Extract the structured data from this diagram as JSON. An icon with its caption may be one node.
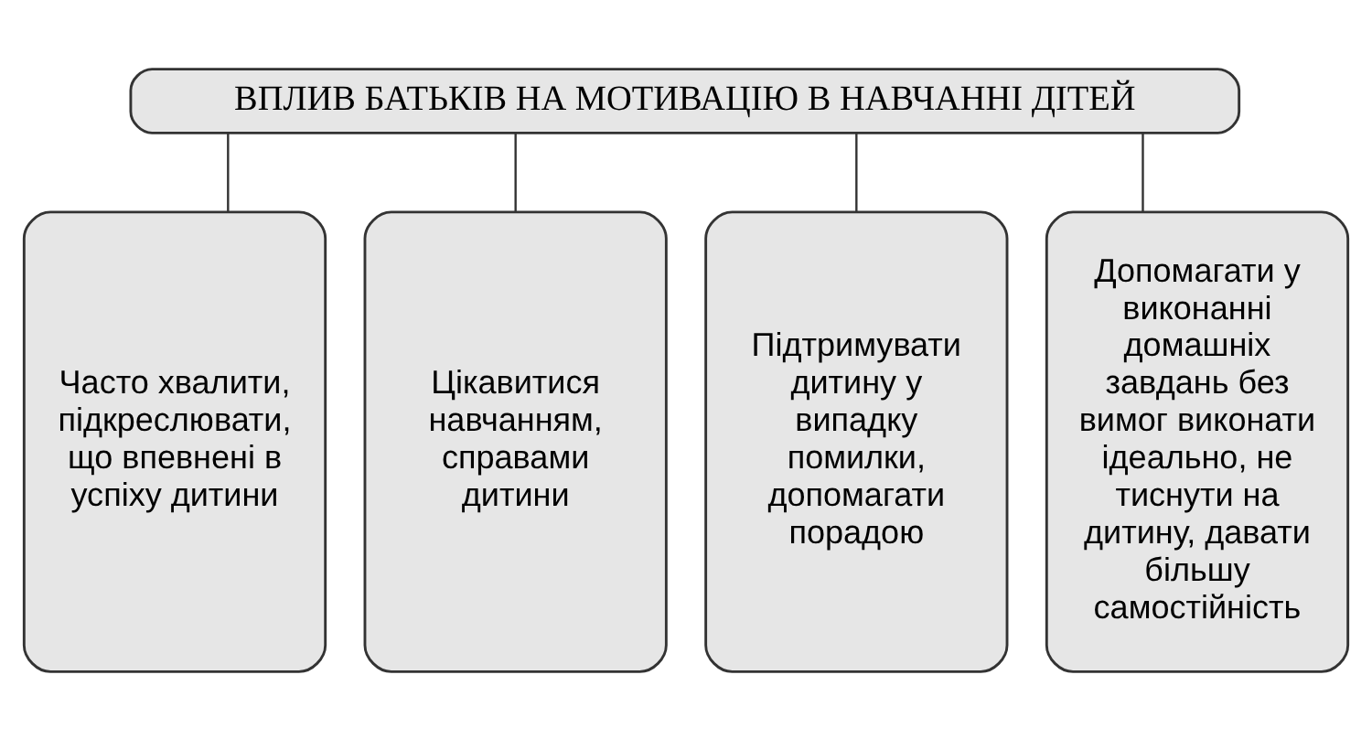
{
  "diagram": {
    "nodes": [
      {
        "text": [
          "ВПЛИВ БАТЬКІВ НА МОТИВАЦІЮ В НАВЧАННІ ДІТЕЙ"
        ]
      },
      {
        "text": [
          "Часто хвалити, підкреслювати, що впевнені в успіху дитини"
        ]
      },
      {
        "text": [
          "Цікавитися навчанням, справами дитини"
        ]
      },
      {
        "text": [
          "Підтримувати дитину у випадку помилки, допомагати порадою"
        ]
      },
      {
        "text": [
          "Допомагати у виконанні домашніх завдань без вимог виконати ідеально, не тиснути на дитину, давати більшу самостійність"
        ]
      }
    ],
    "edges": [
      {
        "from": 0,
        "to": 1,
        "arrow": "none"
      },
      {
        "from": 0,
        "to": 2,
        "arrow": "none"
      },
      {
        "from": 0,
        "to": 3,
        "arrow": "none"
      },
      {
        "from": 0,
        "to": 4,
        "arrow": "none"
      }
    ]
  }
}
